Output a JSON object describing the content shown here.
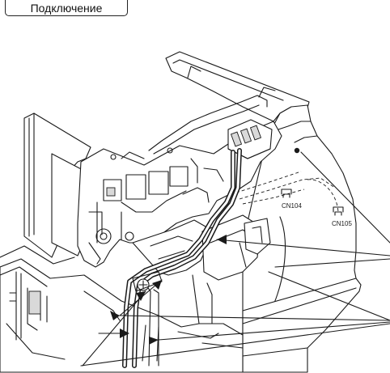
{
  "header": {
    "tag_label": "Подключение"
  },
  "connectors": {
    "cn104": "CN104",
    "cn105": "CN105"
  }
}
